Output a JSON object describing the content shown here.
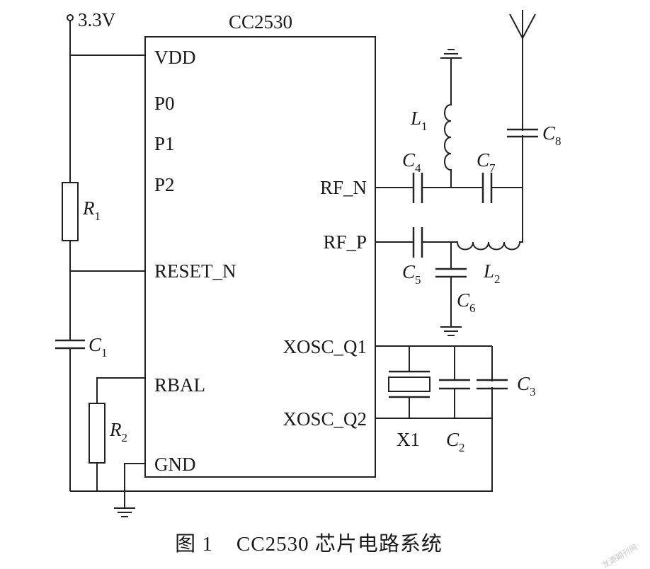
{
  "supply": "3.3V",
  "chip": {
    "name": "CC2530",
    "pins_left": [
      "VDD",
      "P0",
      "P1",
      "P2",
      "RESET_N",
      "RBAL",
      "GND"
    ],
    "pins_right": [
      "RF_N",
      "RF_P",
      "XOSC_Q1",
      "XOSC_Q2"
    ]
  },
  "components": {
    "R1": {
      "letter": "R",
      "sub": "1"
    },
    "R2": {
      "letter": "R",
      "sub": "2"
    },
    "C1": {
      "letter": "C",
      "sub": "1"
    },
    "C2": {
      "letter": "C",
      "sub": "2"
    },
    "C3": {
      "letter": "C",
      "sub": "3"
    },
    "C4": {
      "letter": "C",
      "sub": "4"
    },
    "C5": {
      "letter": "C",
      "sub": "5"
    },
    "C6": {
      "letter": "C",
      "sub": "6"
    },
    "C7": {
      "letter": "C",
      "sub": "7"
    },
    "C8": {
      "letter": "C",
      "sub": "8"
    },
    "L1": {
      "letter": "L",
      "sub": "1"
    },
    "L2": {
      "letter": "L",
      "sub": "2"
    },
    "X1": "X1"
  },
  "caption": "图 1    CC2530 芯片电路系统",
  "watermark": "龙源期刊网"
}
